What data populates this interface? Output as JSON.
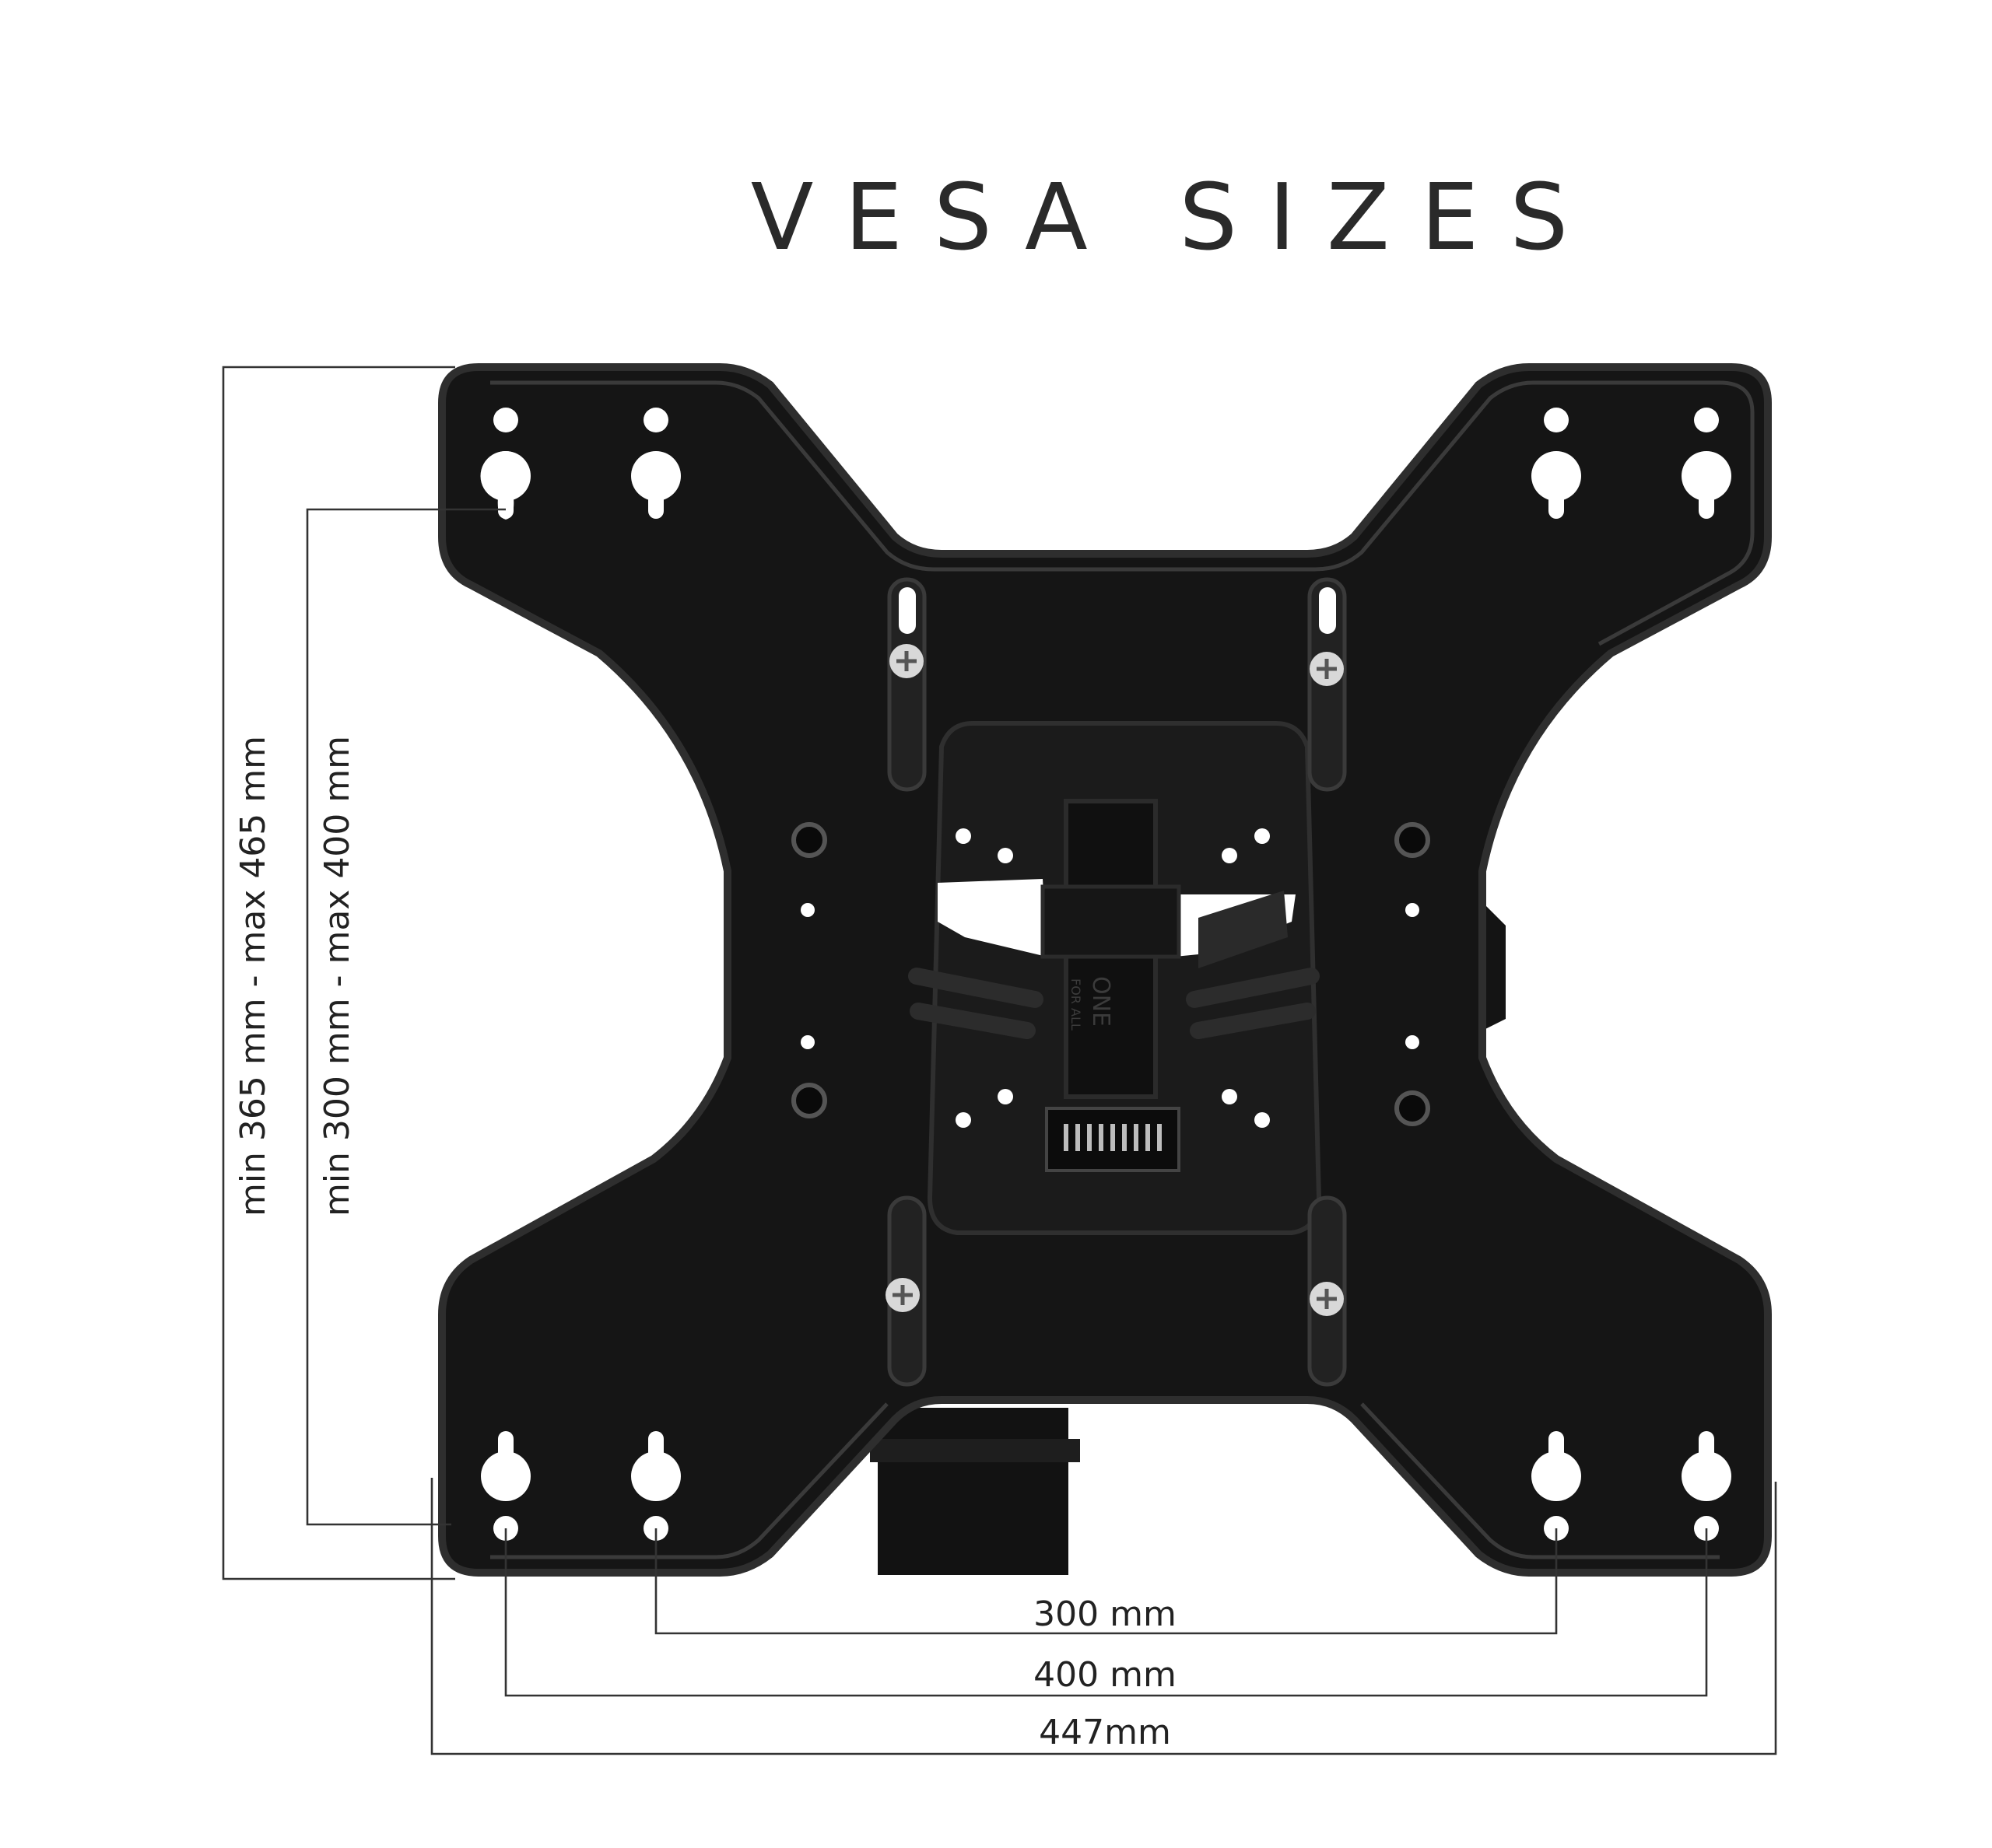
{
  "title": "VESA SIZES",
  "dimensions": {
    "height_outer": "min 365 mm - max 465 mm",
    "height_inner": "min 300 mm - max 400 mm",
    "width_300": "300 mm",
    "width_400": "400 mm",
    "width_447": "447mm"
  },
  "logo": {
    "line1": "ONE",
    "line2": "FOR ALL"
  },
  "colors": {
    "plate": "#151515",
    "background": "#ffffff",
    "lines": "#333333"
  }
}
